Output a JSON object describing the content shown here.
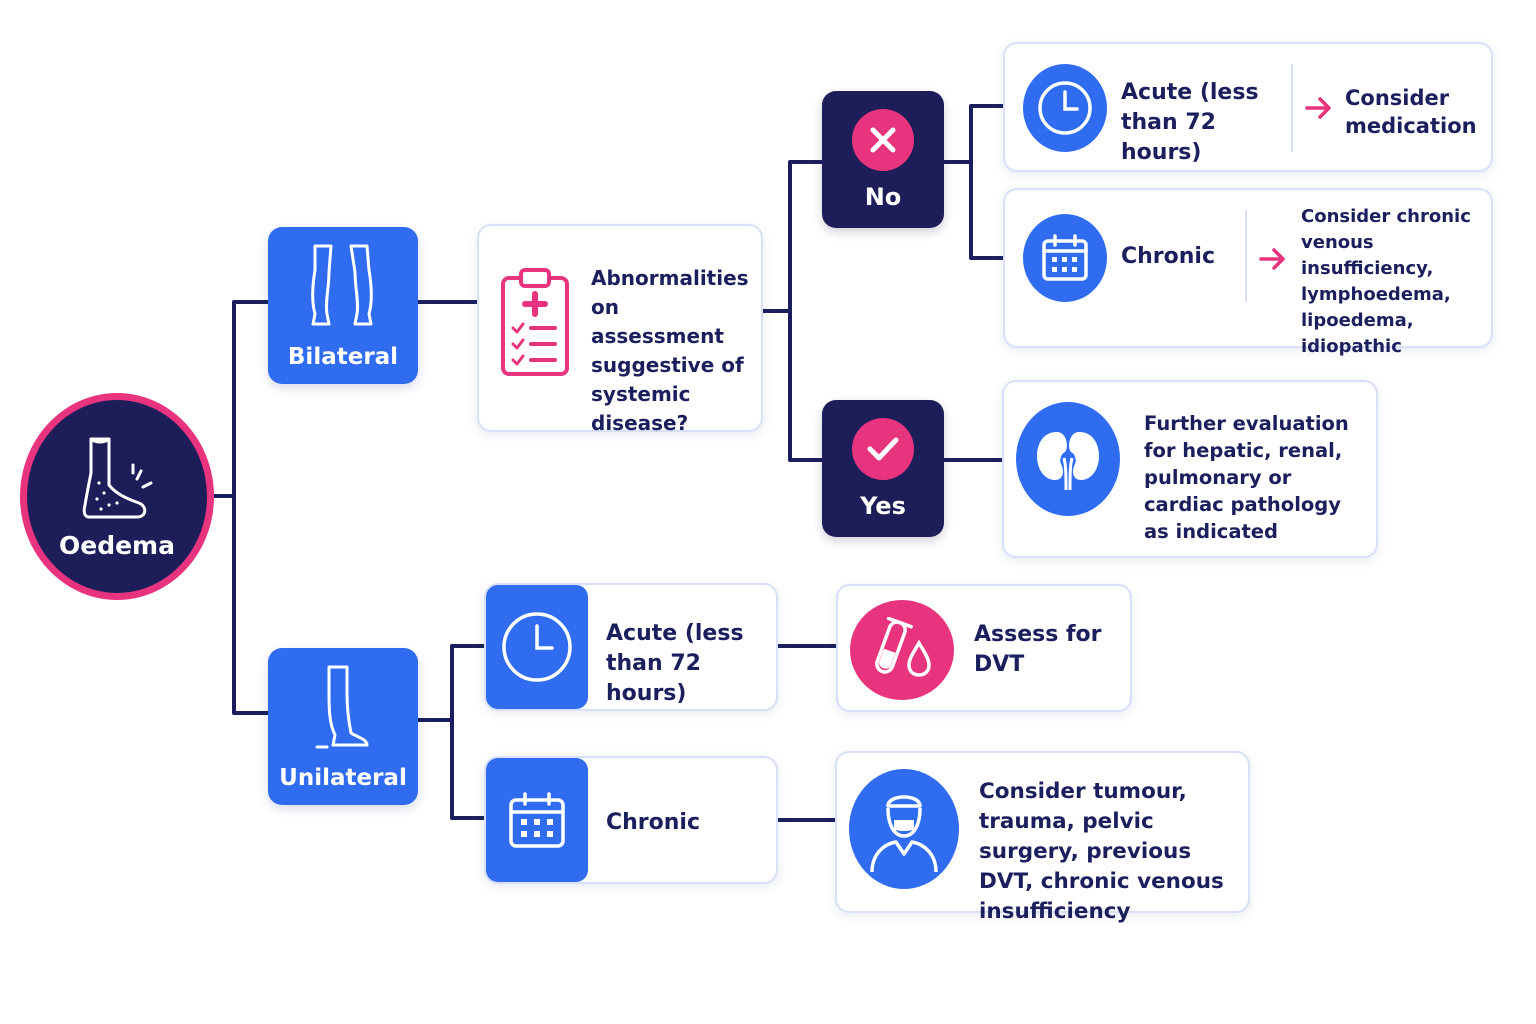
{
  "root": {
    "label": "Oedema"
  },
  "bilateral": {
    "label": "Bilateral",
    "question": "Abnormalities on assessment suggestive of systemic disease?",
    "no": {
      "label": "No",
      "acute": {
        "label": "Acute (less than 72 hours)",
        "action": "Consider medication"
      },
      "chronic": {
        "label": "Chronic",
        "action": "Consider chronic venous insufficiency, lymphoedema, lipoedema, idiopathic"
      }
    },
    "yes": {
      "label": "Yes",
      "action": "Further evaluation for hepatic, renal, pulmonary or cardiac pathology as indicated"
    }
  },
  "unilateral": {
    "label": "Unilateral",
    "acute": {
      "label": "Acute (less than 72 hours)",
      "action": "Assess for DVT"
    },
    "chronic": {
      "label": "Chronic",
      "action": "Consider tumour, trauma, pelvic surgery, previous DVT, chronic venous insufficiency"
    }
  },
  "colors": {
    "navy": "#1d1d5a",
    "blue": "#2f6cf0",
    "pink": "#e8347e",
    "border": "#d8e0f7"
  },
  "icons": {
    "root": "swollen-foot-icon",
    "bilateral": "two-legs-icon",
    "unilateral": "single-leg-icon",
    "question": "clipboard-icon",
    "no": "cross-icon",
    "yes": "check-icon",
    "acute": "clock-icon",
    "chronic": "calendar-icon",
    "yes_action": "kidneys-icon",
    "dvt": "test-tube-blood-icon",
    "chronic_unilateral": "surgeon-icon",
    "arrow": "arrow-right-icon"
  }
}
